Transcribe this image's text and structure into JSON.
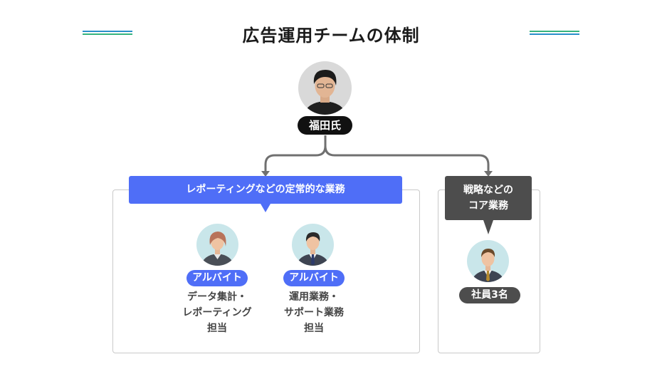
{
  "title": "広告運用チームの体制",
  "leader": {
    "name": "福田氏",
    "icon": "person-leader-photo"
  },
  "left_group": {
    "banner": "レポーティングなどの定常的な業務",
    "members": [
      {
        "badge": "アルバイト",
        "role": "データ集計・\nレポーティング\n担当",
        "icon": "female-staff-icon"
      },
      {
        "badge": "アルバイト",
        "role": "運用業務・\nサポート業務\n担当",
        "icon": "male-staff-icon"
      }
    ]
  },
  "right_group": {
    "banner": "戦略などの\nコア業務",
    "member": {
      "label": "社員3名",
      "icon": "employee-icon"
    }
  },
  "colors": {
    "accent_blue": "#4f6ef7",
    "dark_gray": "#4d4d4d",
    "pill_black": "#111111",
    "connector": "#707070",
    "avatar_bg": "#c9e6ea"
  }
}
